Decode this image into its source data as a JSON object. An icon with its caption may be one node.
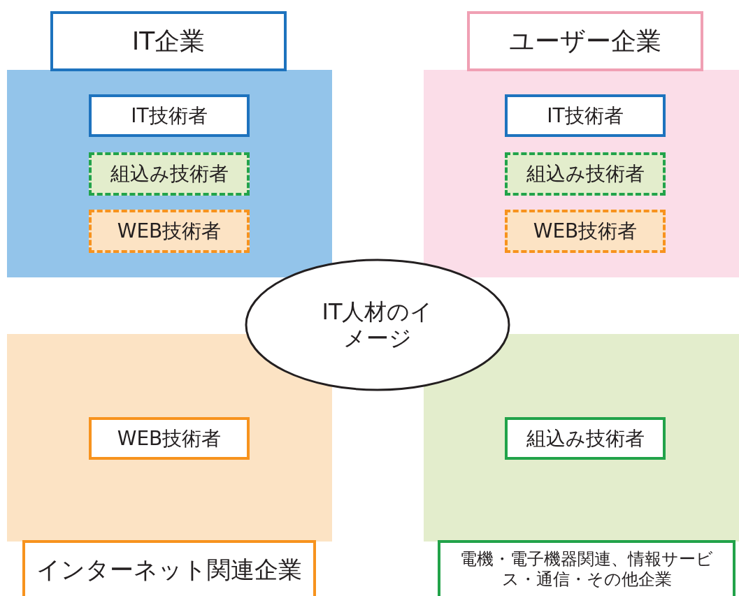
{
  "diagram": {
    "nodes": [
      {
        "text": [
          "IT企業"
        ]
      },
      {
        "text": [
          "ユーザー企業"
        ]
      },
      {
        "text": [],
        "shape": "box"
      },
      {
        "text": [
          "IT技術者"
        ],
        "in": 2
      },
      {
        "text": [
          "組込み技術者"
        ],
        "in": 2
      },
      {
        "text": [
          "WEB技術者"
        ],
        "in": 2
      },
      {
        "text": [],
        "shape": "box"
      },
      {
        "text": [
          "IT技術者"
        ],
        "in": 6
      },
      {
        "text": [
          "組込み技術者"
        ],
        "in": 6
      },
      {
        "text": [
          "WEB技術者"
        ],
        "in": 6
      },
      {
        "text": [
          "IT人材のイメージ"
        ]
      },
      {
        "text": [],
        "shape": "box"
      },
      {
        "text": [
          "WEB技術者"
        ],
        "in": 11
      },
      {
        "text": [],
        "shape": "box"
      },
      {
        "text": [
          "組込み技術者"
        ],
        "in": 13
      },
      {
        "text": [
          "インターネット関連企業"
        ]
      },
      {
        "text": [
          "電機・電子機器関連、情報サービス・通信・その他企業"
        ]
      }
    ]
  }
}
